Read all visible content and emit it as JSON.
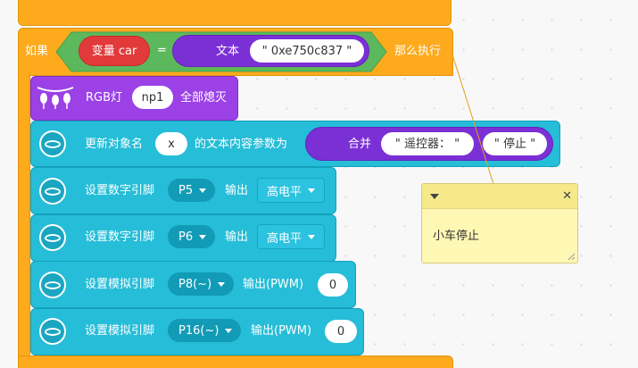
{
  "if_block": {
    "if_label": "如果",
    "then_label": "那么执行",
    "variable_label": "变量 car",
    "equals": "=",
    "text_label": "文本",
    "text_value": "\" 0xe750c837 \""
  },
  "rgb_block": {
    "label": "RGB灯",
    "object": "np1",
    "action": "全部熄灭"
  },
  "oled_block": {
    "label": "更新对象名",
    "object": "x",
    "suffix": "的文本内容参数为",
    "join_label": "合并",
    "part1": "\" 遥控器： \"",
    "part2": "\" 停止 \""
  },
  "digital_rows": [
    {
      "label": "设置数字引脚",
      "pin": "P5",
      "output_label": "输出",
      "level": "高电平"
    },
    {
      "label": "设置数字引脚",
      "pin": "P6",
      "output_label": "输出",
      "level": "高电平"
    }
  ],
  "analog_rows": [
    {
      "label": "设置模拟引脚",
      "pin": "P8(~)",
      "output_label": "输出(PWM)",
      "value": "0"
    },
    {
      "label": "设置模拟引脚",
      "pin": "P16(~)",
      "output_label": "输出(PWM)",
      "value": "0"
    }
  ],
  "comment": {
    "text": "小车停止",
    "close": "✕"
  },
  "colors": {
    "control": "#fdaa1d",
    "operator": "#5cb85c",
    "logic_red": "#e23a3a",
    "text_purple": "#7b30d6",
    "lights": "#9b41e6",
    "pins": "#26bdd8",
    "comment_bg": "#fef8b4"
  }
}
